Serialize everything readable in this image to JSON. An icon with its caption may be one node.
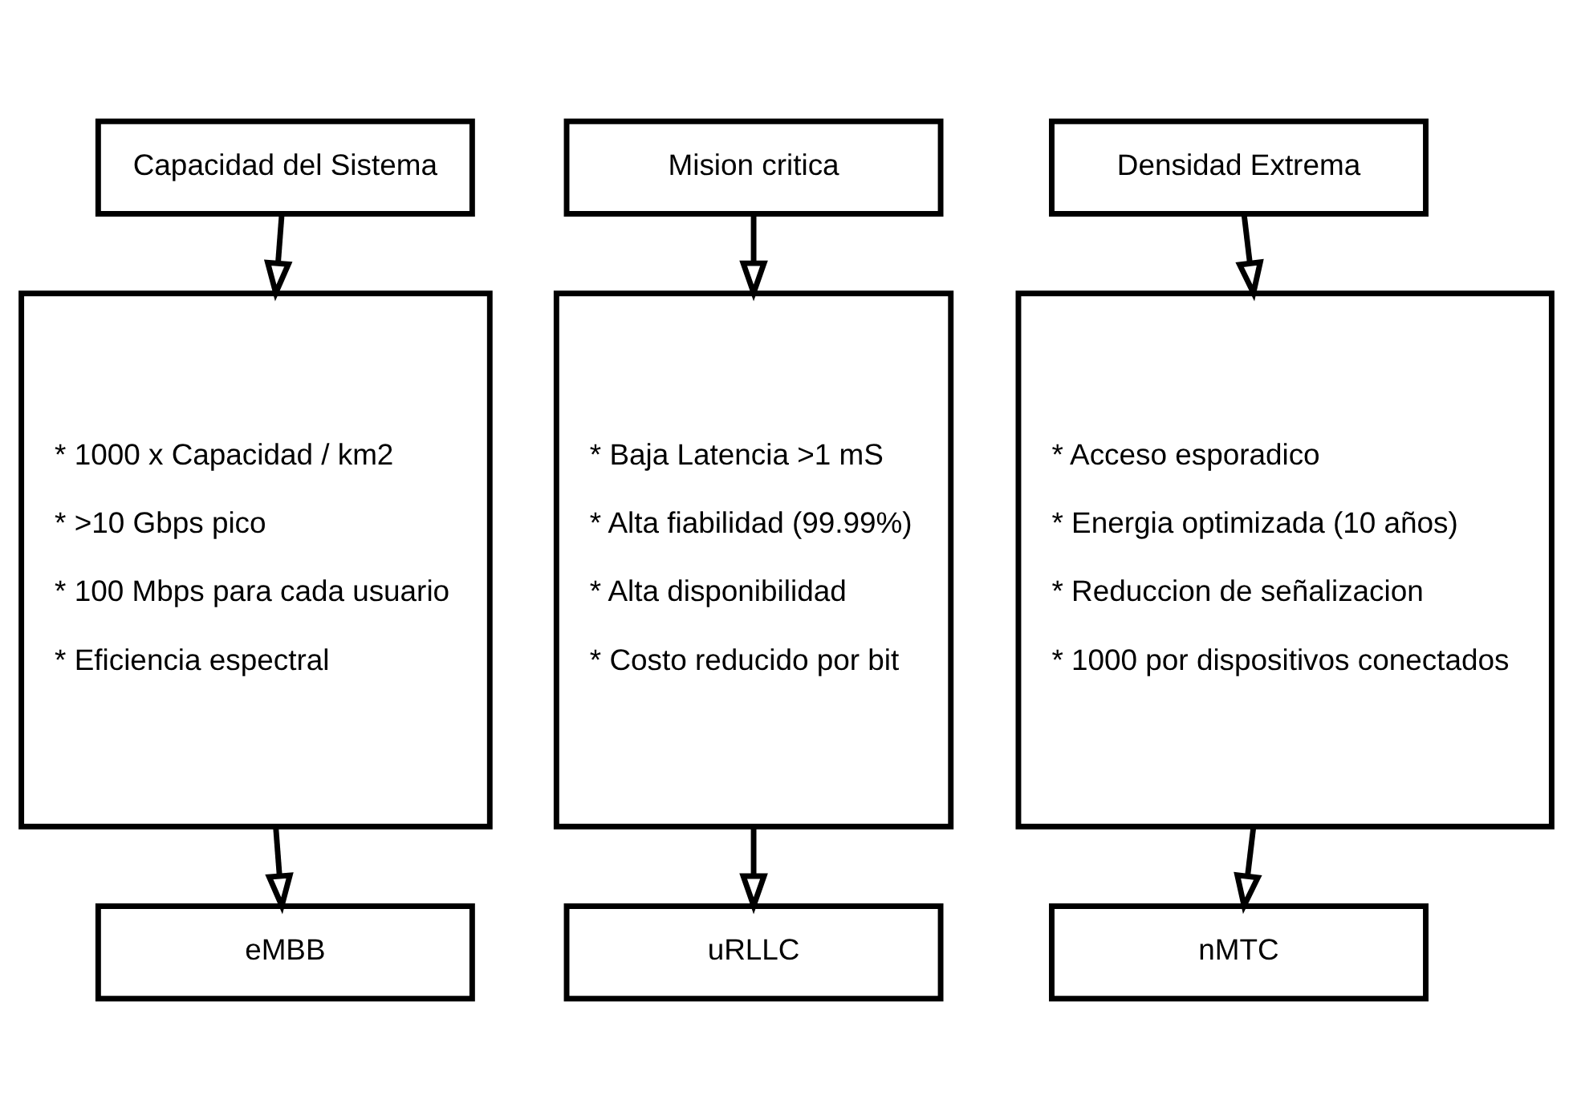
{
  "diagram": {
    "nodes": [
      {
        "text": [
          "Capacidad del Sistema"
        ]
      },
      {
        "text": [
          "Mision critica"
        ]
      },
      {
        "text": [
          "Densidad Extrema"
        ]
      },
      {
        "text": [
          "* 1000 x Capacidad / km2",
          "* >10 Gbps pico",
          "* 100 Mbps para cada usuario",
          "* Eficiencia espectral"
        ]
      },
      {
        "text": [
          "* Baja Latencia >1 mS",
          "* Alta fiabilidad (99.99%)",
          "* Alta disponibilidad",
          "* Costo reducido por bit"
        ]
      },
      {
        "text": [
          "* Acceso esporadico",
          "* Energia optimizada (10 años)",
          "* Reduccion de señalizacion",
          "* 1000 por dispositivos conectados"
        ]
      },
      {
        "text": [
          "eMBB"
        ]
      },
      {
        "text": [
          "uRLLC"
        ]
      },
      {
        "text": [
          "nMTC"
        ]
      }
    ],
    "edges": [
      {
        "from": 0,
        "to": 3,
        "arrow": "to"
      },
      {
        "from": 1,
        "to": 4,
        "arrow": "to"
      },
      {
        "from": 2,
        "to": 5,
        "arrow": "to"
      },
      {
        "from": 3,
        "to": 6,
        "arrow": "to"
      },
      {
        "from": 4,
        "to": 7,
        "arrow": "to"
      },
      {
        "from": 5,
        "to": 8,
        "arrow": "to"
      }
    ]
  }
}
